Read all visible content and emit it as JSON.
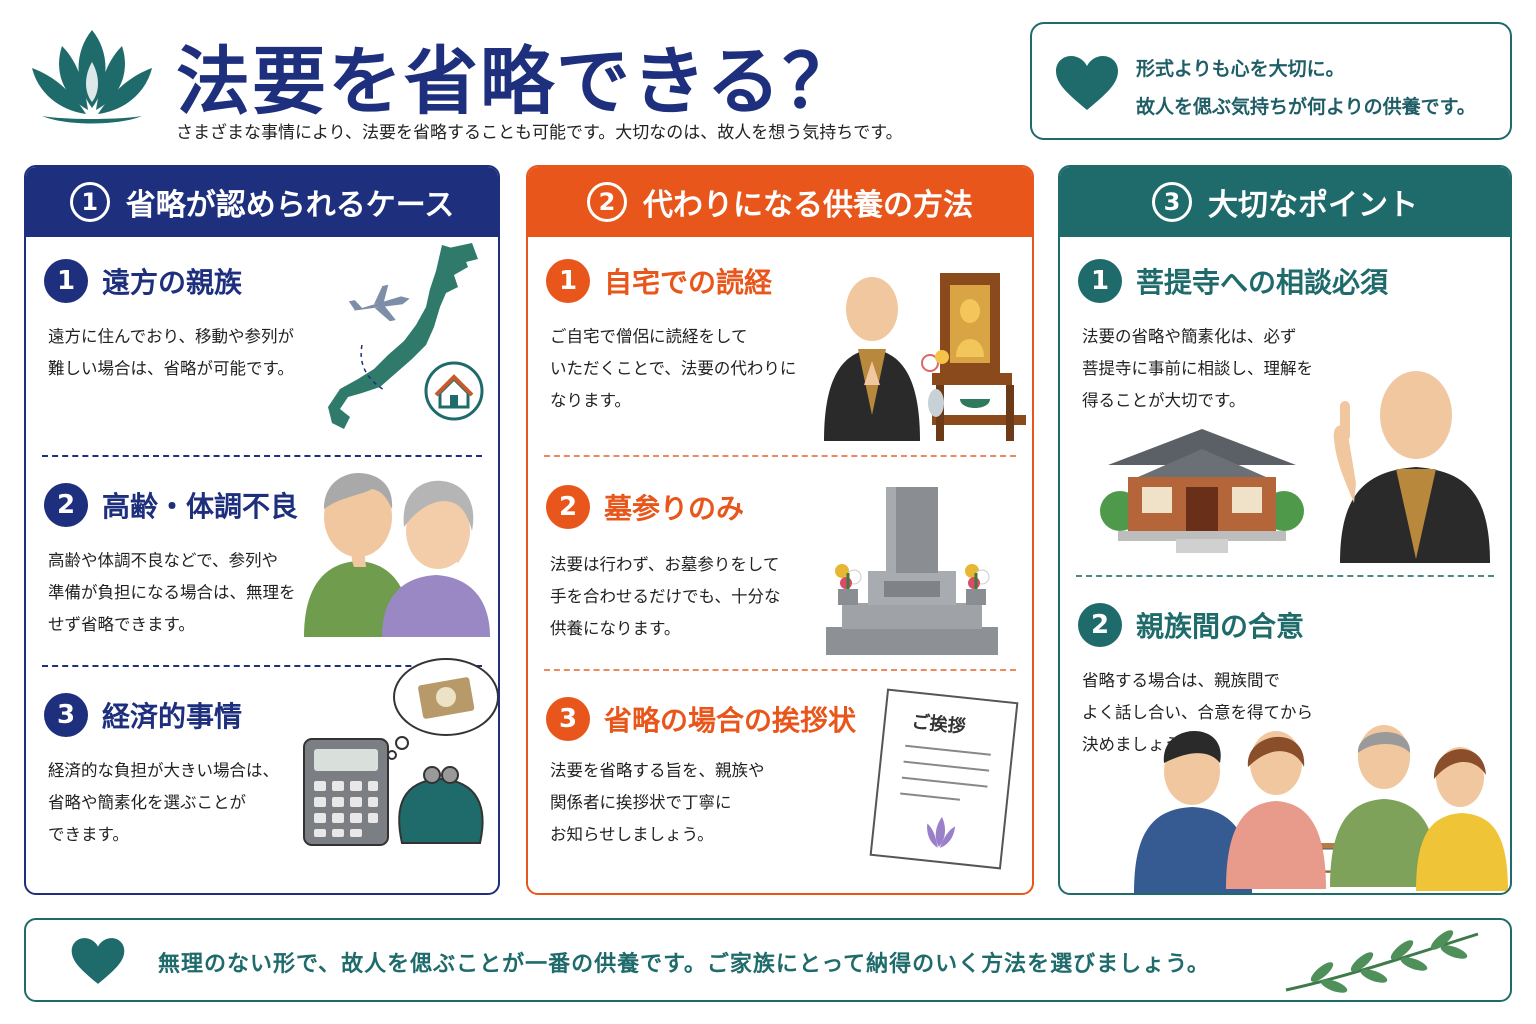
{
  "header": {
    "title": "法要を省略できる？",
    "subtitle": "さまざまな事情により、法要を省略することも可能です。大切なのは、故人を想う気持ちです。",
    "message_line1": "形式よりも心を大切に。",
    "message_line2": "故人を偲ぶ気持ちが何よりの供養です。"
  },
  "columns": [
    {
      "number": "1",
      "title": "省略が認められるケース",
      "items": [
        {
          "badge": "1",
          "title": "遠方の親族",
          "desc": [
            "遠方に住んでおり、移動や参列が",
            "難しい場合は、省略が可能です。"
          ]
        },
        {
          "badge": "2",
          "title": "高齢・体調不良",
          "desc": [
            "高齢や体調不良などで、参列や",
            "準備が負担になる場合は、無理を",
            "せず省略できます。"
          ]
        },
        {
          "badge": "3",
          "title": "経済的事情",
          "desc": [
            "経済的な負担が大きい場合は、",
            "省略や簡素化を選ぶことが",
            "できます。"
          ]
        }
      ]
    },
    {
      "number": "2",
      "title": "代わりになる供養の方法",
      "items": [
        {
          "badge": "1",
          "title": "自宅での読経",
          "desc": [
            "ご自宅で僧侶に読経をして",
            "いただくことで、法要の代わりに",
            "なります。"
          ]
        },
        {
          "badge": "2",
          "title": "墓参りのみ",
          "desc": [
            "法要は行わず、お墓参りをして",
            "手を合わせるだけでも、十分な",
            "供養になります。"
          ]
        },
        {
          "badge": "3",
          "title": "省略の場合の挨拶状",
          "desc": [
            "法要を省略する旨を、親族や",
            "関係者に挨拶状で丁寧に",
            "お知らせしましょう。"
          ],
          "letter_label": "ご挨拶"
        }
      ]
    },
    {
      "number": "3",
      "title": "大切なポイント",
      "items": [
        {
          "badge": "1",
          "title": "菩提寺への相談必須",
          "desc": [
            "法要の省略や簡素化は、必ず",
            "菩提寺に事前に相談し、理解を",
            "得ることが大切です。"
          ]
        },
        {
          "badge": "2",
          "title": "親族間の合意",
          "desc": [
            "省略する場合は、親族間で",
            "よく話し合い、合意を得てから",
            "決めましょう。"
          ]
        }
      ]
    }
  ],
  "footer": {
    "text": "無理のない形で、故人を偲ぶことが一番の供養です。ご家族にとって納得のいく方法を選びましょう。"
  },
  "colors": {
    "navy": "#1d2f7d",
    "orange": "#e8561b",
    "teal": "#1f6b6b"
  }
}
